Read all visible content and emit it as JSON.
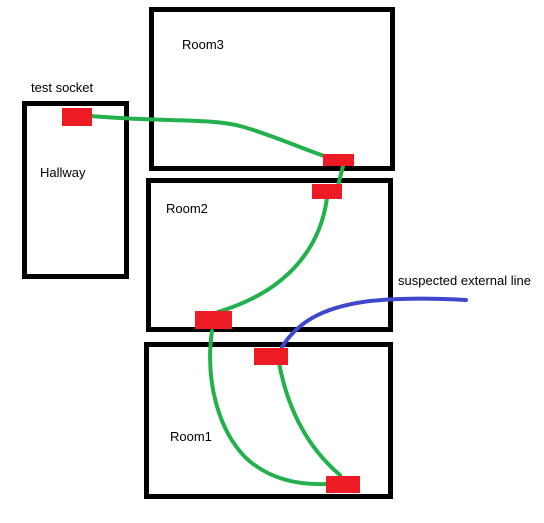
{
  "rooms": {
    "room3": "Room3",
    "hallway": "Hallway",
    "room2": "Room2",
    "room1": "Room1"
  },
  "annotations": {
    "test_socket": "test socket",
    "external_line": "suspected external line"
  },
  "colors": {
    "wall": "#000000",
    "socket": "#ed1c24",
    "internal_cable": "#22b14c",
    "external_cable": "#3f48cc"
  }
}
